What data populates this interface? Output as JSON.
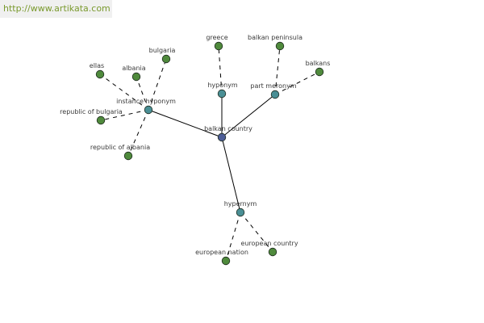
{
  "banner": {
    "url": "http://www.artikata.com"
  },
  "colors": {
    "center_node": "#4d5d96",
    "relation_node": "#4a8f95",
    "term_node": "#4f8a3c",
    "node_stroke": "#1e2a1e",
    "edge": "#000000"
  },
  "graph": {
    "center": {
      "id": "balkan-country",
      "label": "balkan country"
    },
    "relations": [
      {
        "id": "instance-hyponym",
        "label": "instance hyponym",
        "terms": [
          {
            "id": "bulgaria",
            "label": "bulgaria"
          },
          {
            "id": "albania",
            "label": "albania"
          },
          {
            "id": "ellas",
            "label": "ellas"
          },
          {
            "id": "republic-of-bulgaria",
            "label": "republic of bulgaria"
          },
          {
            "id": "republic-of-albania",
            "label": "republic of albania"
          }
        ]
      },
      {
        "id": "hyponym",
        "label": "hyponym",
        "terms": [
          {
            "id": "greece",
            "label": "greece"
          }
        ]
      },
      {
        "id": "part-meronym",
        "label": "part meronym",
        "terms": [
          {
            "id": "balkan-peninsula",
            "label": "balkan peninsula"
          },
          {
            "id": "balkans",
            "label": "balkans"
          }
        ]
      },
      {
        "id": "hypernym",
        "label": "hypernym",
        "terms": [
          {
            "id": "european-nation",
            "label": "european nation"
          },
          {
            "id": "european-country",
            "label": "european country"
          }
        ]
      }
    ]
  }
}
